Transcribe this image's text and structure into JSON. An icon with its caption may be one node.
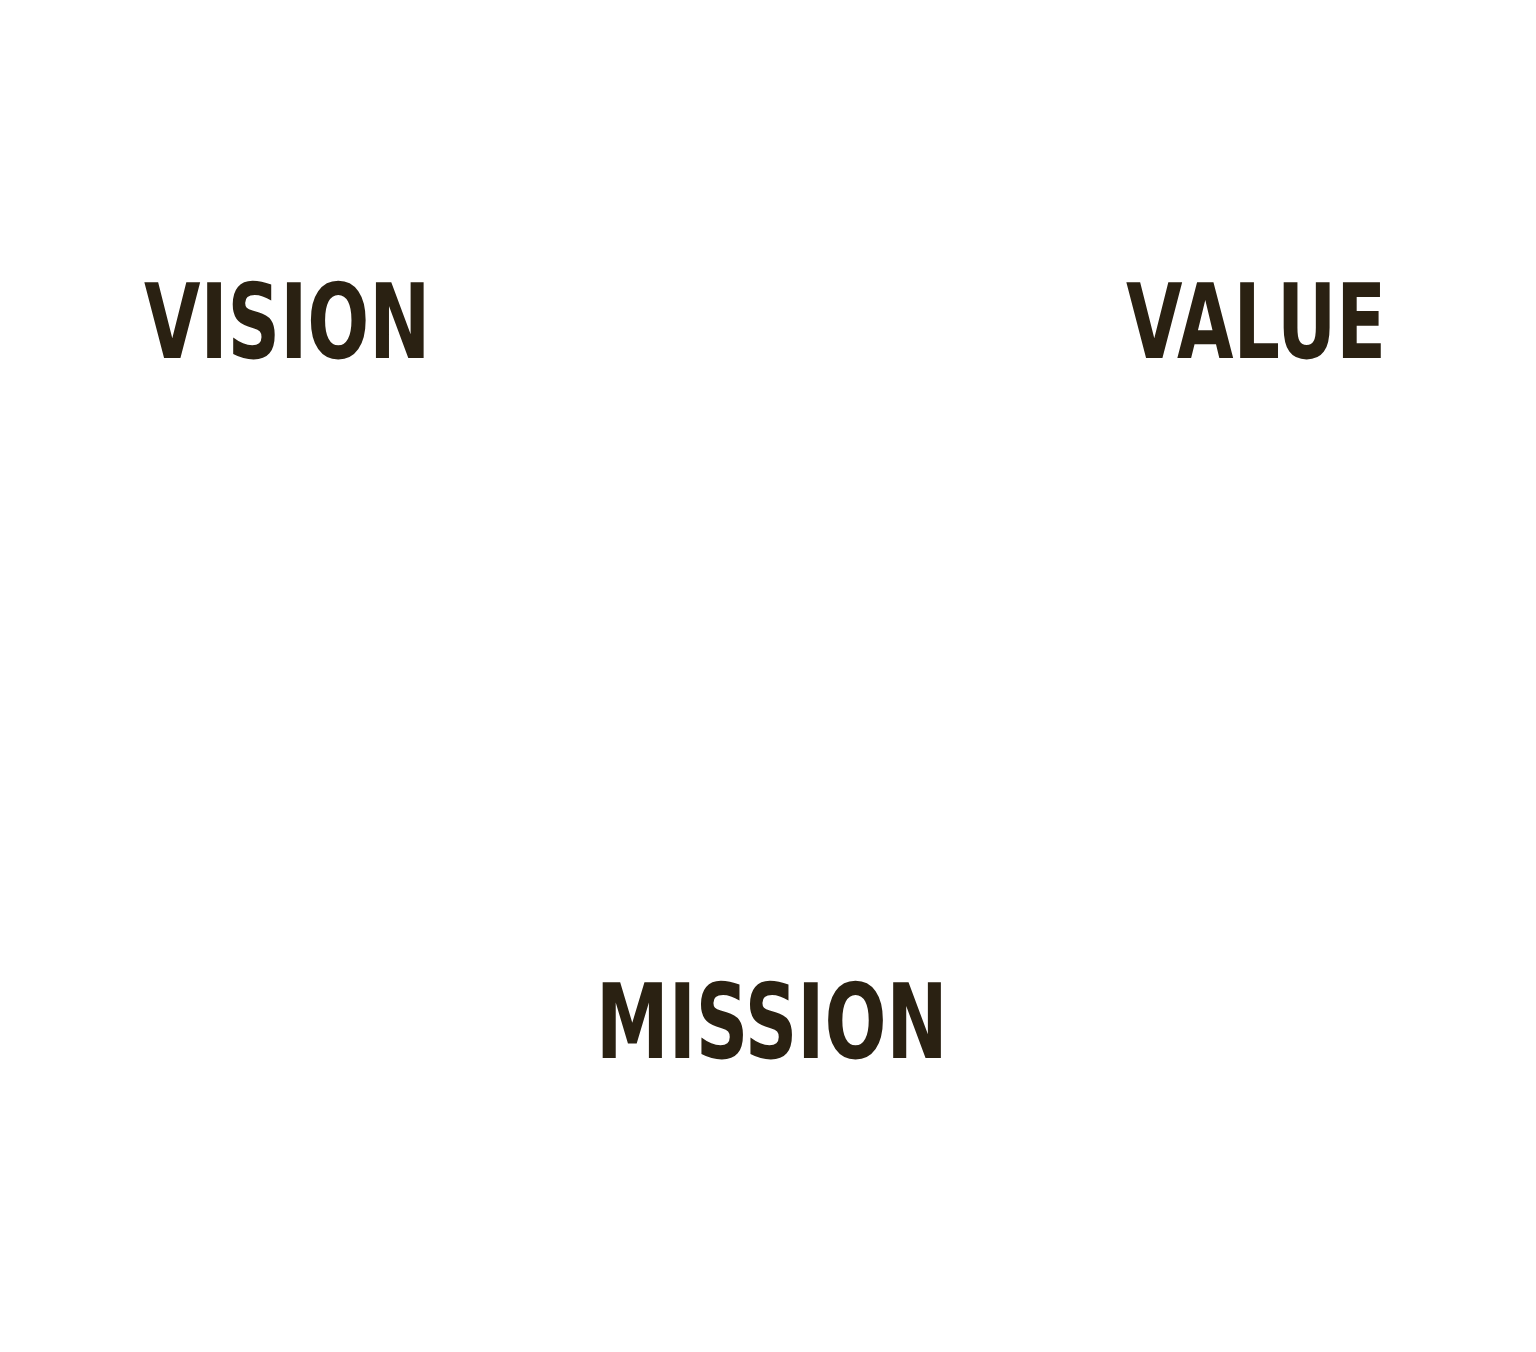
{
  "diagram": {
    "labels": [
      "VISION",
      "VALUE",
      "MISSION"
    ]
  }
}
